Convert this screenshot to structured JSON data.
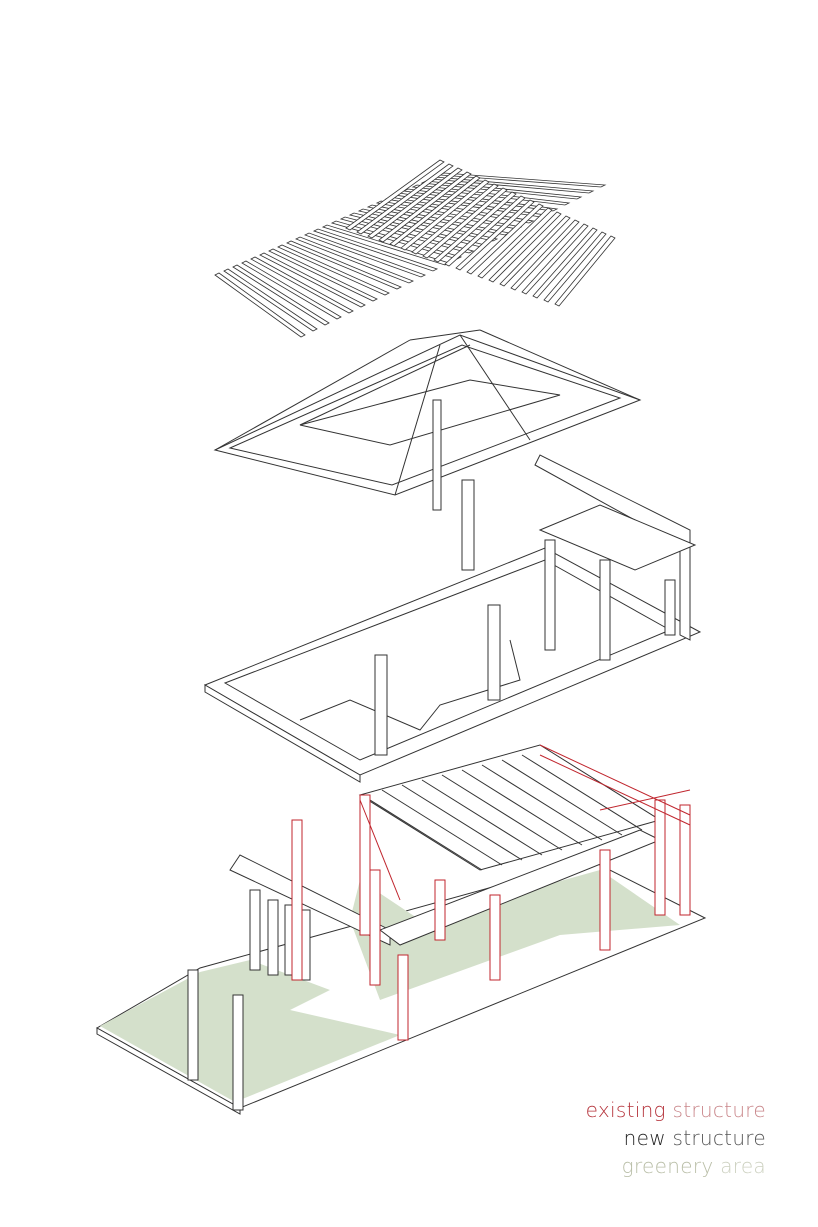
{
  "legend": {
    "existing": {
      "word1": "existing",
      "word2": "structure",
      "color": "#b5333b"
    },
    "new": {
      "word1": "new",
      "word2": "structure",
      "color": "#222222"
    },
    "greenery": {
      "word1": "greenery",
      "word2": "area",
      "color": "#c8d3bd"
    }
  },
  "colors": {
    "line": "#333333",
    "existing": "#c0262e",
    "green": "#d4e0cb"
  }
}
